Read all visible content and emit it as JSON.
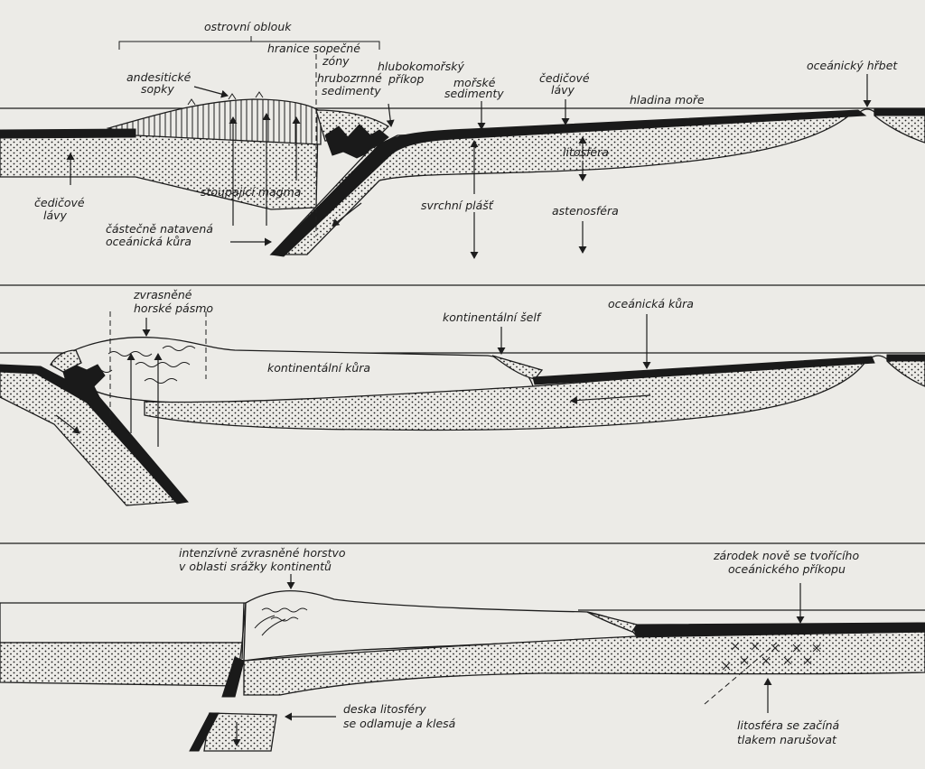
{
  "panel1": {
    "ostrovni_oblouk": "ostrovní oblouk",
    "hranice_sopecne": "hranice sopečné",
    "zony": "zóny",
    "andesiticke": "andesitické",
    "sopky": "sopky",
    "hrubozrnne": "hrubozrnné",
    "sedimenty_a": "sedimenty",
    "hlubokomorsky": "hlubokomořský",
    "prikop": "příkop",
    "morske": "mořské",
    "sedimenty_b": "sedimenty",
    "cedicove_a": "čedičové",
    "lavy_a": "lávy",
    "oceanicky_hrbet": "oceánický hřbet",
    "hladina_more": "hladina moře",
    "cedicove_b": "čedičové",
    "lavy_b": "lávy",
    "stoupajici_magma": "stoupající magma",
    "litosfera": "litosféra",
    "svrchni_plast": "svrchní plášť",
    "astenosfera": "astenosféra",
    "castecne_natavena": "částečně natavená",
    "oceanicka_kura_a": "oceánická kůra"
  },
  "panel2": {
    "zvrasnene": "zvrasněné",
    "horske_pasmo": "horské pásmo",
    "kontinentalni_self": "kontinentální šelf",
    "oceanicka_kura": "oceánická kůra",
    "kontinentalni_kura": "kontinentální kůra"
  },
  "panel3": {
    "intenzivne": "intenzívně zvrasněné horstvo",
    "v_oblasti": "v oblasti srážky kontinentů",
    "zarodek": "zárodek nově se tvořícího",
    "oceanickeho_prikopu": "oceánického příkopu",
    "deska_litosfery": "deska litosféry",
    "se_odlamuje": "se odlamuje a klesá",
    "litosfera_se_zacina": "litosféra se začíná",
    "tlakem_narusovat": "tlakem narušovat"
  }
}
